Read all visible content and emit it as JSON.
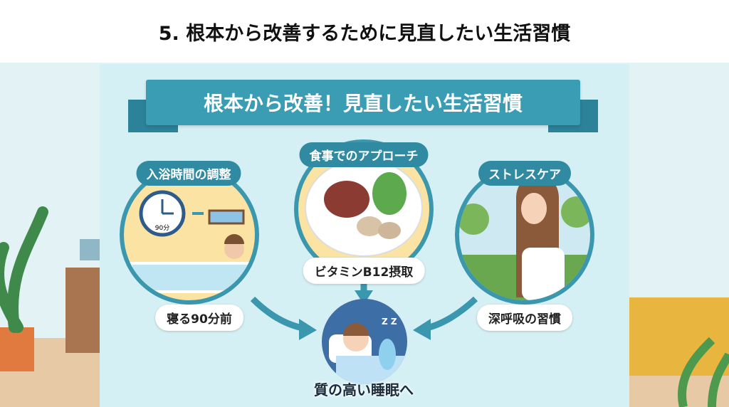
{
  "page_title": "5. 根本から改善するために見直したい生活習慣",
  "banner": "根本から改善！見直したい生活習慣",
  "sections": [
    {
      "title": "入浴時間の調整",
      "caption": "寝る90分前",
      "clock_label": "90分"
    },
    {
      "title": "食事でのアプローチ",
      "caption": "ビタミンB12摂取"
    },
    {
      "title": "ストレスケア",
      "caption": "深呼吸の習慣"
    }
  ],
  "goal": "質の高い睡眠へ",
  "sleep_mark": "Z Z",
  "colors": {
    "ribbon": "#3b9db3",
    "circle_border": "#3a97ad",
    "sleep": "#3e6ea6"
  }
}
